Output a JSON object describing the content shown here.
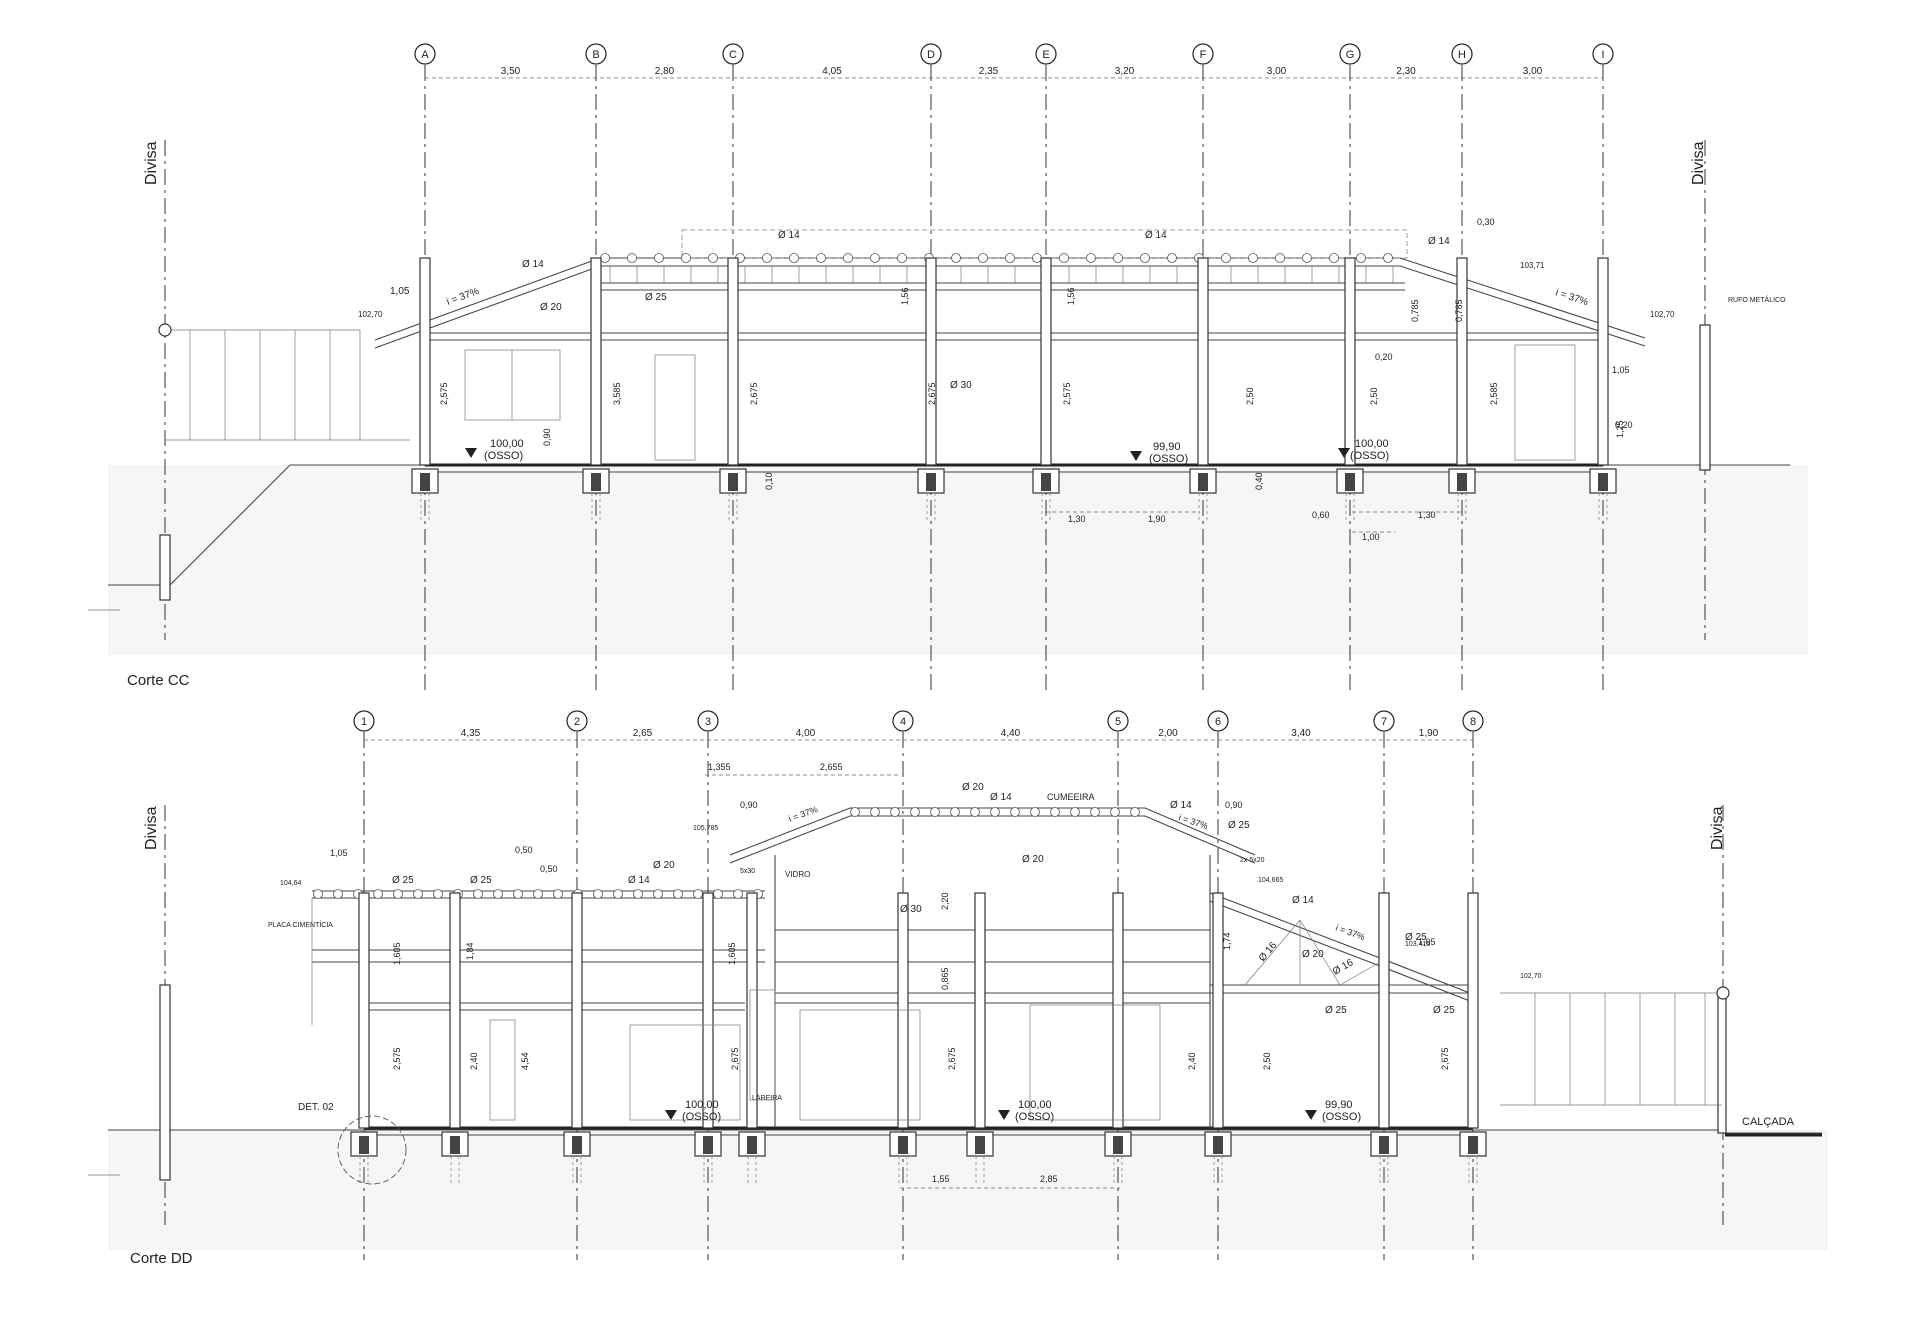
{
  "section_cc": {
    "title": "Corte CC",
    "divisa_left": "Divisa",
    "divisa_right": "Divisa",
    "axes": [
      "A",
      "B",
      "C",
      "D",
      "E",
      "F",
      "G",
      "H",
      "I"
    ],
    "spans": [
      "3,50",
      "2,80",
      "4,05",
      "2,35",
      "3,20",
      "3,00",
      "2,30",
      "3,00"
    ],
    "levels": [
      {
        "value": "100,00",
        "note": "(OSSO)"
      },
      {
        "value": "99,90",
        "note": "(OSSO)"
      },
      {
        "value": "100,00",
        "note": "(OSSO)"
      }
    ],
    "slope_left": "i = 37%",
    "slope_right": "i = 37%",
    "rufo": "RUFO METÁLICO",
    "heights": [
      "2,575",
      "3,585",
      "2,675",
      "2,675",
      "2,575",
      "2,50",
      "2,50",
      "2,585"
    ],
    "labels": {
      "d14a": "Ø 14",
      "d14b": "Ø 14",
      "d14c": "Ø 14",
      "d14d": "Ø 14",
      "d20": "Ø 20",
      "d25": "Ø 25",
      "d30": "Ø 30",
      "dim105": "1,05",
      "el10270": "102,70",
      "el10371": "103,71",
      "d030": "0,30",
      "d020": "0,20",
      "d090": "0,90",
      "d010": "0,10",
      "d040": "0,40",
      "d060": "0,60",
      "d100": "1,00",
      "d130a": "1,30",
      "d190": "1,90",
      "d130b": "1,30",
      "d156a": "1,56",
      "d156b": "1,56",
      "d0785a": "0,785",
      "d0785b": "0,785",
      "d125": "1,25"
    }
  },
  "section_dd": {
    "title": "Corte DD",
    "divisa_left": "Divisa",
    "divisa_right": "Divisa",
    "axes": [
      "1",
      "2",
      "3",
      "4",
      "5",
      "6",
      "7",
      "8"
    ],
    "spans": [
      "4,35",
      "2,65",
      "4,00",
      "4,40",
      "2,00",
      "3,40",
      "1,90"
    ],
    "levels": [
      {
        "value": "100,00",
        "note": "(OSSO)"
      },
      {
        "value": "100,00",
        "note": "(OSSO)"
      },
      {
        "value": "99,90",
        "note": "(OSSO)"
      }
    ],
    "cumeeira": "CUMEEIRA",
    "vidro": "VIDRO",
    "lareira": "LAREIRA",
    "placa": "PLACA CIMENTÍCIA",
    "det": "DET. 02",
    "calcada": "CALÇADA",
    "slopes": [
      "i = 37%",
      "i = 37%",
      "i = 37%"
    ],
    "heights": [
      "2,575",
      "2,40",
      "4,54",
      "2,675",
      "2,675",
      "2,40",
      "2,50",
      "2,675"
    ],
    "labels": {
      "d14": "Ø 14",
      "d20": "Ø 20",
      "d25": "Ø 25",
      "d30": "Ø 30",
      "d16": "Ø 16",
      "dim1355": "1,355",
      "dim2655": "2,655",
      "dim090": "0,90",
      "dim105a": "1,05",
      "dim105b": "1,05",
      "dim050a": "0,50",
      "dim050b": "0,50",
      "el10464": "104,64",
      "el105785": "105,785",
      "el104665": "104,665",
      "el103415": "103,415",
      "el10270": "102,70",
      "dim155": "1,55",
      "dim285": "2,85",
      "dim1605a": "1,605",
      "dim1605b": "1,605",
      "dim184": "1,84",
      "dim220": "2,20",
      "dim0865": "0,865",
      "dim174": "1,74",
      "dim2x520": "2x 5x20",
      "dim5x30": "5x30"
    }
  }
}
